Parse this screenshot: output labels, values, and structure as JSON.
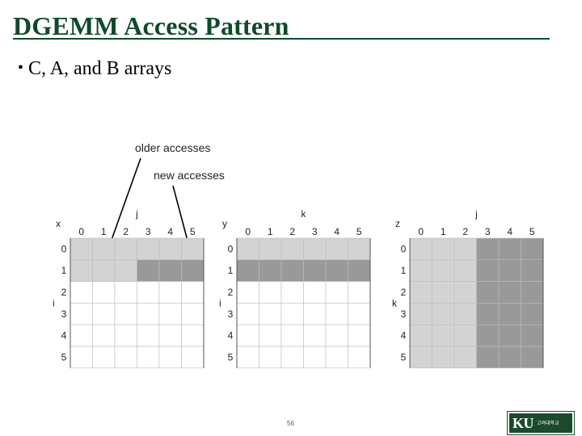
{
  "slide": {
    "title": "DGEMM Access Pattern",
    "bullet": "C, A, and B arrays",
    "page_number": "56",
    "logo_text": "KU",
    "logo_subtext": "고려대학교"
  },
  "annotations": {
    "older": "older accesses",
    "new": "new accesses"
  },
  "colors": {
    "title": "#0f4a2a",
    "white": "#ffffff",
    "light": "#d3d3d3",
    "dark": "#999999",
    "grid_line": "#ffffff"
  },
  "grids": [
    {
      "name": "x",
      "col_label": "j",
      "row_label": "i",
      "col_ticks": [
        "0",
        "1",
        "2",
        "3",
        "4",
        "5"
      ],
      "row_ticks": [
        "0",
        "1",
        "2",
        "3",
        "4",
        "5"
      ],
      "cells": [
        [
          "light",
          "light",
          "light",
          "light",
          "light",
          "light"
        ],
        [
          "light",
          "light",
          "light",
          "dark",
          "dark",
          "dark"
        ],
        [
          "white",
          "white",
          "white",
          "white",
          "white",
          "white"
        ],
        [
          "white",
          "white",
          "white",
          "white",
          "white",
          "white"
        ],
        [
          "white",
          "white",
          "white",
          "white",
          "white",
          "white"
        ],
        [
          "white",
          "white",
          "white",
          "white",
          "white",
          "white"
        ]
      ]
    },
    {
      "name": "y",
      "col_label": "k",
      "row_label": "i",
      "col_ticks": [
        "0",
        "1",
        "2",
        "3",
        "4",
        "5"
      ],
      "row_ticks": [
        "0",
        "1",
        "2",
        "3",
        "4",
        "5"
      ],
      "cells": [
        [
          "light",
          "light",
          "light",
          "light",
          "light",
          "light"
        ],
        [
          "dark",
          "dark",
          "dark",
          "dark",
          "dark",
          "dark"
        ],
        [
          "white",
          "white",
          "white",
          "white",
          "white",
          "white"
        ],
        [
          "white",
          "white",
          "white",
          "white",
          "white",
          "white"
        ],
        [
          "white",
          "white",
          "white",
          "white",
          "white",
          "white"
        ],
        [
          "white",
          "white",
          "white",
          "white",
          "white",
          "white"
        ]
      ]
    },
    {
      "name": "z",
      "col_label": "j",
      "row_label": "k",
      "col_ticks": [
        "0",
        "1",
        "2",
        "3",
        "4",
        "5"
      ],
      "row_ticks": [
        "0",
        "1",
        "2",
        "3",
        "4",
        "5"
      ],
      "cells": [
        [
          "light",
          "light",
          "light",
          "dark",
          "dark",
          "dark"
        ],
        [
          "light",
          "light",
          "light",
          "dark",
          "dark",
          "dark"
        ],
        [
          "light",
          "light",
          "light",
          "dark",
          "dark",
          "dark"
        ],
        [
          "light",
          "light",
          "light",
          "dark",
          "dark",
          "dark"
        ],
        [
          "light",
          "light",
          "light",
          "dark",
          "dark",
          "dark"
        ],
        [
          "light",
          "light",
          "light",
          "dark",
          "dark",
          "dark"
        ]
      ]
    }
  ]
}
